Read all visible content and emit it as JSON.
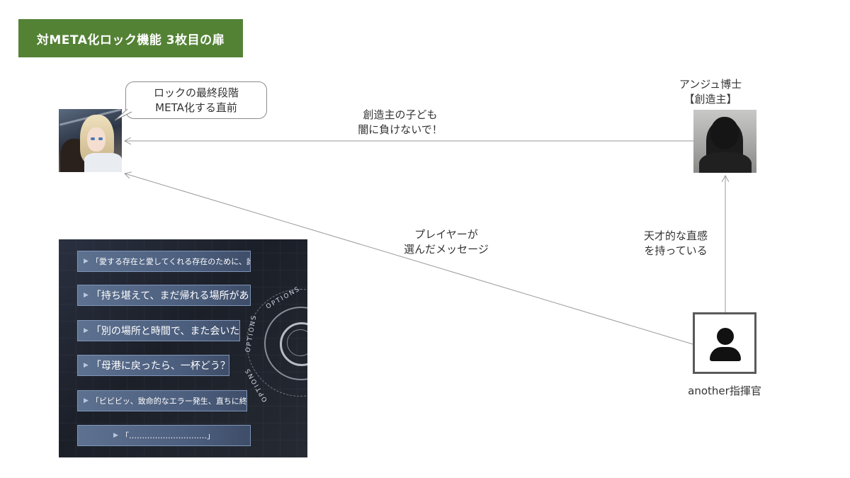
{
  "title": "対META化ロック機能 3枚目の扉",
  "bubble": {
    "line1": "ロックの最終段階",
    "line2": "META化する直前"
  },
  "doctor": {
    "name": "アンジュ博士",
    "role": "【創造主】"
  },
  "edges": {
    "doctor_to_heroine": {
      "line1": "創造主の子ども",
      "line2": "闇に負けないで！"
    },
    "commander_to_heroine": {
      "line1": "プレイヤーが",
      "line2": "選んだメッセージ"
    },
    "commander_to_doctor": {
      "line1": "天才的な直感",
      "line2": "を持っている"
    }
  },
  "commander": {
    "name": "another指揮官"
  },
  "options_screen": {
    "items": [
      "「愛する存在と愛してくれる存在のために、諦めないで」",
      "「持ち堪えて、まだ帰れる場所があるから」",
      "「別の場所と時間で、また会いたい」",
      "「母港に戻ったら、一杯どう？」",
      "「ビビビッ、致命的なエラー発生、直ちに終了せよ」",
      "「…………………………」"
    ],
    "ring_text": "OPTIONS"
  },
  "colors": {
    "title_bg": "#548235",
    "line": "#9a9a9a",
    "option_bg": "#5d7190"
  },
  "icons": [
    "person-icon",
    "arrow-head-icon"
  ]
}
